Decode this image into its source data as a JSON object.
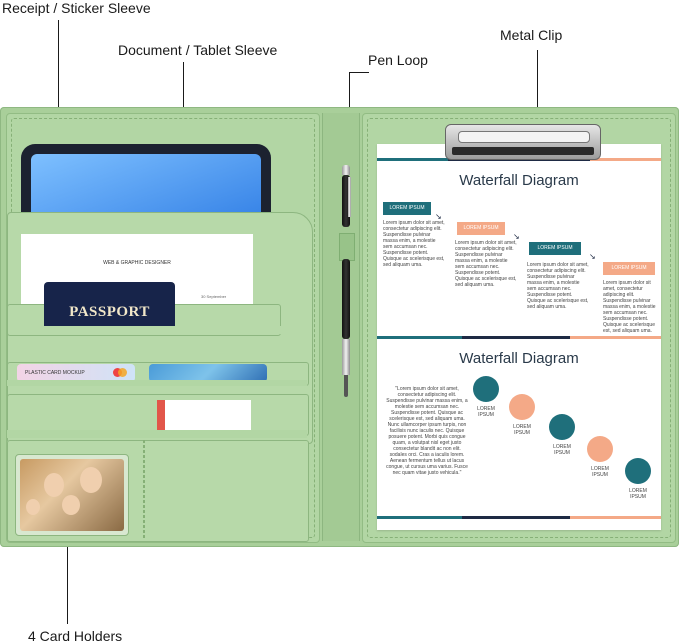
{
  "callouts": {
    "receipt_sleeve": "Receipt / Sticker Sleeve",
    "document_sleeve": "Document / Tablet Sleeve",
    "pen_loop": "Pen Loop",
    "metal_clip": "Metal Clip",
    "card_holders": "4 Card Holders"
  },
  "left_panel": {
    "resume_heading": "WEB & GRAPHIC DESIGNER",
    "resume_date": "30 September",
    "passport_label": "PASSPORT",
    "plastic_card_label": "PLASTIC CARD MOCKUP"
  },
  "right_panel": {
    "diagram_title_top": "Waterfall Diagram",
    "diagram_title_bottom": "Waterfall Diagram",
    "tag_label": "LOREM IPSUM",
    "lorem_short": "Lorem ipsum dolor sit amet, consectetur adipiscing elit. Suspendisse pulvinar massa enim, a molestie sem accumsan nec. Suspendisse potent. Quisque ac scelerisque est, sed aliquam uma.",
    "lorem_long": "\"Lorem ipsum dolor sit amet, consectetur adipiscing elit. Suspendisse pulvinar massa enim, a molestie sem accumsan nec. Suspendisse potent. Quisque ac scelerisque est, sed aliquam uma. Nunc ullamcorper ipsum turpis, non facilisis nunc iaculis nec. Quisque posuere potent. Morbi quis congue quam, a volutpat nisl eget justo consectetur blandit ac non elit. sodales orci. Cras a iaculis lorem. Aenean fermentum tellus ut lacus congue, ut cursus uma varius. Fusce nec quam vitae justo vehicula.\"",
    "step_label": "LOREM IPSUM"
  },
  "colors": {
    "folio_green": "#a9cf9a",
    "teal": "#1f6f7b",
    "peach": "#f4a987",
    "navy": "#1e2a44"
  }
}
